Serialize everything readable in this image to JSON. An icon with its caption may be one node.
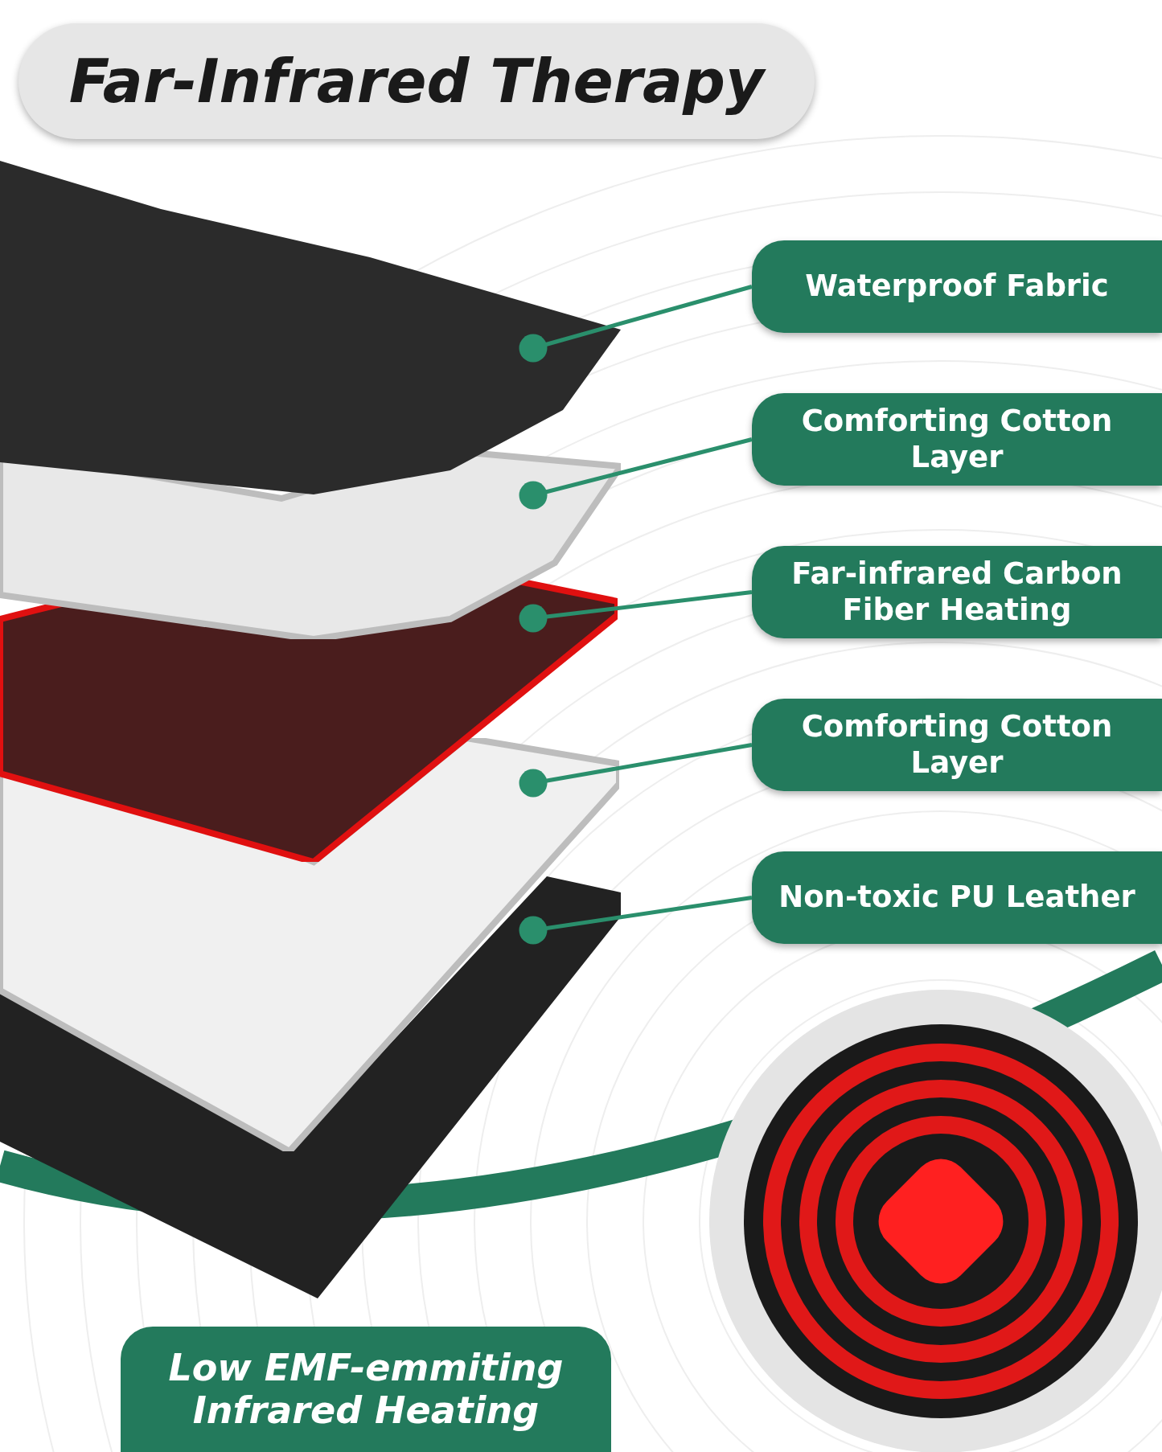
{
  "diagram": {
    "title": "Far-Infrared Therapy",
    "nodes": [
      {
        "text": [
          "Waterproof Fabric"
        ]
      },
      {
        "text": [
          "Comforting Cotton Layer"
        ]
      },
      {
        "text": [
          "Far-infrared Carbon Fiber Heating"
        ]
      },
      {
        "text": [
          "Comforting Cotton Layer"
        ]
      },
      {
        "text": [
          "Non-toxic PU Leather"
        ]
      },
      {
        "text": [],
        "shape": "box"
      },
      {
        "text": [],
        "shape": "box"
      },
      {
        "text": [],
        "shape": "box"
      },
      {
        "text": [],
        "shape": "box"
      },
      {
        "text": [],
        "shape": "box"
      },
      {
        "text": [
          "Low EMF-emmiting Infrared Heating"
        ]
      }
    ],
    "edges": [
      {
        "from": 0,
        "to": 5,
        "arrow": "other"
      },
      {
        "from": 1,
        "to": 6,
        "arrow": "other"
      },
      {
        "from": 2,
        "to": 7,
        "arrow": "other"
      },
      {
        "from": 3,
        "to": 8,
        "arrow": "other"
      },
      {
        "from": 4,
        "to": 9,
        "arrow": "other"
      }
    ]
  }
}
